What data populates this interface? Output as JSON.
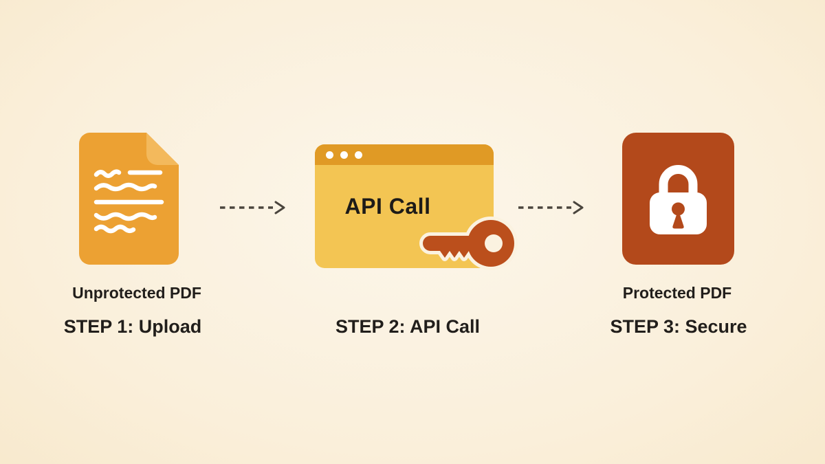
{
  "diagram": {
    "description": "Three-step PDF protection workflow",
    "steps": [
      {
        "icon": "document-icon",
        "caption": "Unprotected PDF",
        "step_label": "STEP 1: Upload"
      },
      {
        "icon": "browser-window-key-icon",
        "window_title": "API Call",
        "step_label": "STEP 2: API Call"
      },
      {
        "icon": "padlock-icon",
        "caption": "Protected PDF",
        "step_label": "STEP 3: Secure"
      }
    ],
    "connectors": [
      {
        "name": "dashed-arrow-1",
        "direction": "right"
      },
      {
        "name": "dashed-arrow-2",
        "direction": "right"
      }
    ],
    "colors": {
      "background_center": "#fcf6ea",
      "background_edge": "#f7e6c6",
      "document_orange": "#eca133",
      "document_fold": "#f3b95c",
      "window_header": "#e09a25",
      "window_body": "#f3c553",
      "rust": "#b3491b",
      "key_rust": "#bb4f1c",
      "outline_cream": "#fbf2e0",
      "text_dark": "#211e1b",
      "arrow_gray": "#4a453d"
    }
  }
}
